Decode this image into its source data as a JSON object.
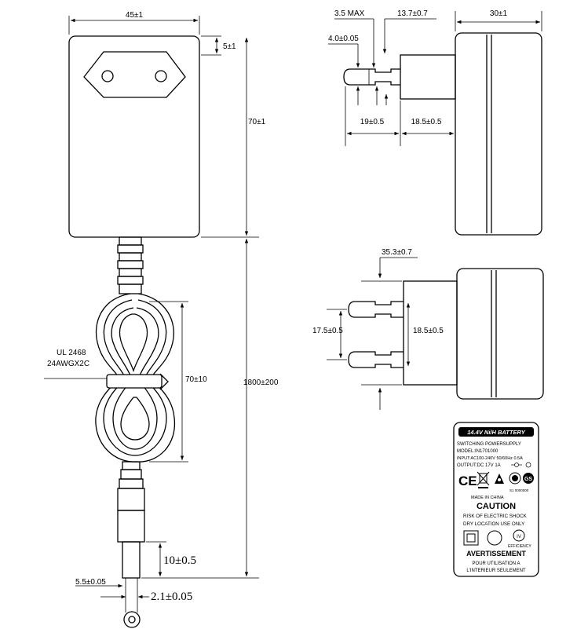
{
  "front_view": {
    "width_dim": "45±1",
    "pin_offset_dim": "5±1",
    "body_height_dim": "70±1",
    "cable_length_dim": "1800±200",
    "coil_length_dim": "70±10",
    "cable_spec_line1": "UL 2468",
    "cable_spec_line2": "24AWGX2C",
    "plug_length_dim": "10±0.5",
    "plug_outer_dim": "5.5±0.05",
    "plug_inner_dim": "2.1±0.05"
  },
  "side_view": {
    "pin_max_dim": "3.5 MAX",
    "pin_length_dim": "13.7±0.7",
    "depth_dim": "30±1",
    "pin_tip_dim": "4.0±0.05",
    "pin_total_dim": "19±0.5",
    "prong_base_dim": "18.5±0.5"
  },
  "top_view": {
    "pin_spacing_dim": "35.3±0.7",
    "outer_spacing_dim": "17.5±0.5",
    "inner_spacing_dim": "18.5±0.5"
  },
  "label": {
    "banner": "14.4V Ni/H BATTERY",
    "line1": "SWITCHING POWERSUPPLY",
    "line2": "MODEL:IN1701000",
    "line3": "INPUT:AC100-240V 50/60Hz 0.5A",
    "line4": "OUTPUT:DC 17V 1A",
    "cert_ce": "CE",
    "cert_number": "S1 0000000",
    "made_in": "MADE IN CHINA",
    "caution": "CAUTION",
    "warn1": "RISK OF ELECTRIC SHOCK",
    "warn2": "DRY LOCATION USE ONLY",
    "efficiency_mark": "IV",
    "efficiency_text": "EFFICIENCY",
    "avertissement": "AVERTISSEMENT",
    "fr1": "POUR UTILISATION A",
    "fr2": "L'INTERIEUR SEULEMENT"
  }
}
